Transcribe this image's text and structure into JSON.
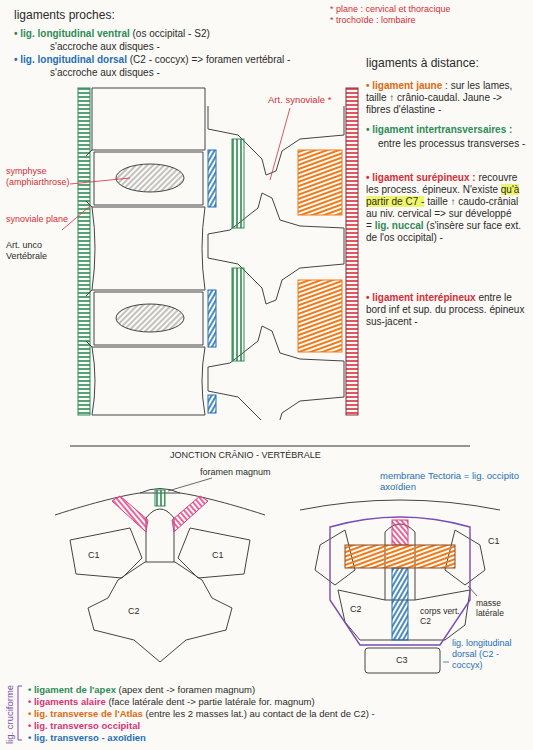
{
  "diagram": {
    "labels": [
      "ligaments proches:",
      "* plane : cervical et thoracique",
      "* trochoïde : lombaire",
      "• lig. longitudinal ventral",
      "(os occipital - S2)",
      "s'accroche aux disques -",
      "• lig. longitudinal dorsal",
      "(C2 - coccyx) => foramen vertébral -",
      "s'accroche aux disques -",
      "ligaments à distance:",
      "• ligament jaune",
      ": sur les lames, taille ↑ crânio-caudal. Jaune -> fibres d'élastine -",
      "• ligament intertransversaires :",
      "entre les processus transverses -",
      "• ligament surépineux :",
      "recouvre les process. épineux. N'existe",
      "qu'à partir de C7 -",
      "taille ↑ caudo-crânial au niv. cervical => sur développé =",
      "lig. nuccal",
      "(s'insère sur face ext. de l'os occipital) -",
      "• ligament interépineux",
      "entre le bord inf et sup. du process. épineux sus-jacent -",
      "Art. synoviale *",
      "symphyse (amphiarthrose)",
      "synoviale plane",
      "Art. unco Vertébrale",
      "JONCTION CRÂNIO - VERTÉBRALE",
      "foramen magnum",
      "C1",
      "C1",
      "C2",
      "membrane Tectoria = lig. occipito axoïdien",
      "C1",
      "C2",
      "masse latérale",
      "corps vert. C2",
      "C3",
      "lig. longitudinal dorsal",
      "(C2 - coccyx)",
      "• ligament de l'apex",
      "(apex dent -> foramen magnum)",
      "• ligaments alaire",
      "(face latérale dent -> partie latérale for. magnum)",
      "• lig. transverse de l'Atlas",
      "(entre les 2 masses lat.) au contact de la dent de C2) -",
      "• lig. transverso occipital",
      "• lig. transverso - axoïdien",
      "lig. cruciforme"
    ]
  }
}
